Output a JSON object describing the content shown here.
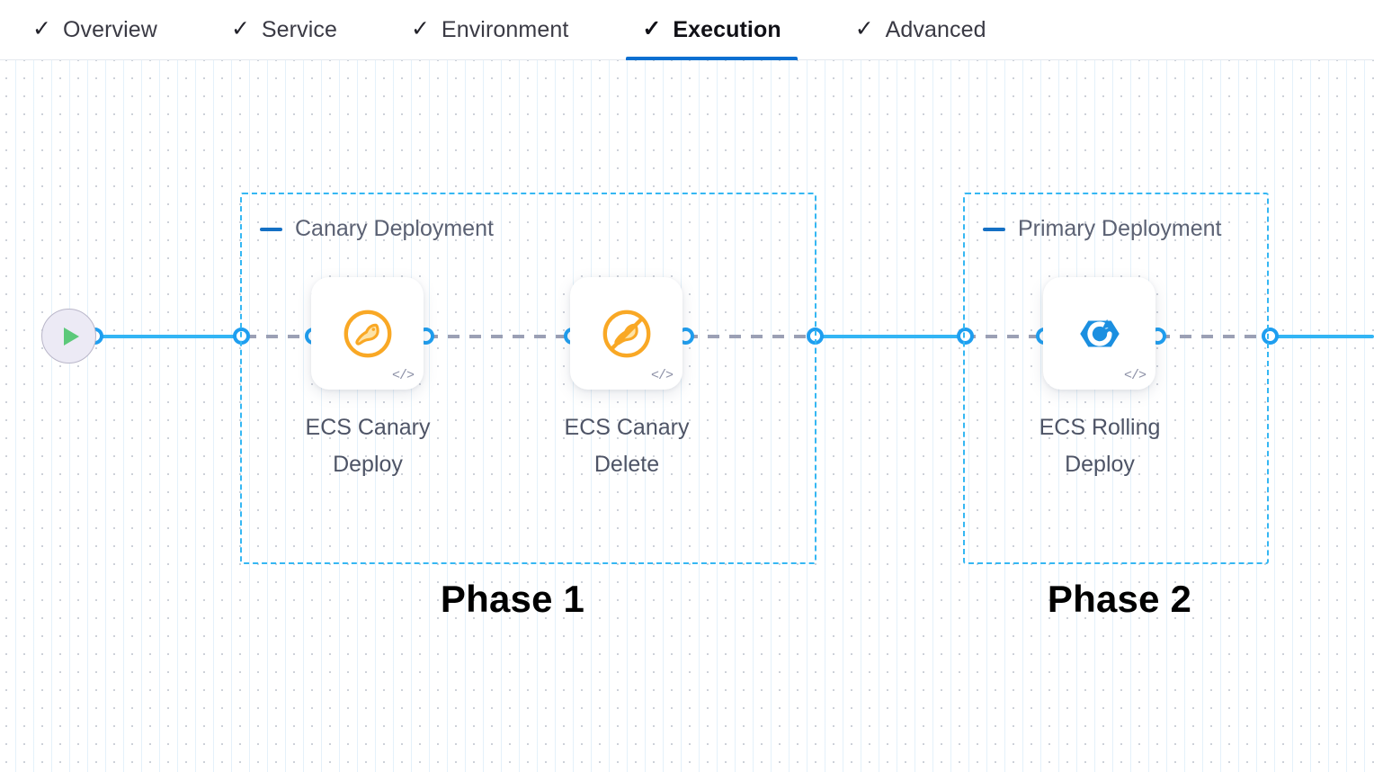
{
  "tabs": [
    {
      "label": "Overview",
      "check": "✓",
      "active": false
    },
    {
      "label": "Service",
      "check": "✓",
      "active": false
    },
    {
      "label": "Environment",
      "check": "✓",
      "active": false
    },
    {
      "label": "Execution",
      "check": "✓",
      "active": true
    },
    {
      "label": "Advanced",
      "check": "✓",
      "active": false
    }
  ],
  "canvas": {
    "start_node": {
      "icon": "play-icon"
    },
    "groups": [
      {
        "title": "Canary Deployment",
        "collapse_icon": "minus-icon"
      },
      {
        "title": "Primary Deployment",
        "collapse_icon": "minus-icon"
      }
    ],
    "nodes": [
      {
        "label_line1": "ECS Canary",
        "label_line2": "Deploy",
        "icon": "canary-bird-icon",
        "code_badge": "</>"
      },
      {
        "label_line1": "ECS Canary",
        "label_line2": "Delete",
        "icon": "canary-bird-slash-icon",
        "code_badge": "</>"
      },
      {
        "label_line1": "ECS Rolling",
        "label_line2": "Deploy",
        "icon": "rolling-deploy-icon",
        "code_badge": "</>"
      }
    ],
    "annotations": [
      {
        "text": "Phase 1"
      },
      {
        "text": "Phase 2"
      }
    ]
  },
  "colors": {
    "accent_blue": "#0b6fd1",
    "wire_blue": "#33b5f5",
    "group_border": "#35b7f3",
    "wire_dashed": "#9ba0b5",
    "canary_orange": "#f5a623",
    "rolling_blue": "#1b8fe0",
    "play_green": "#5cc97a"
  }
}
